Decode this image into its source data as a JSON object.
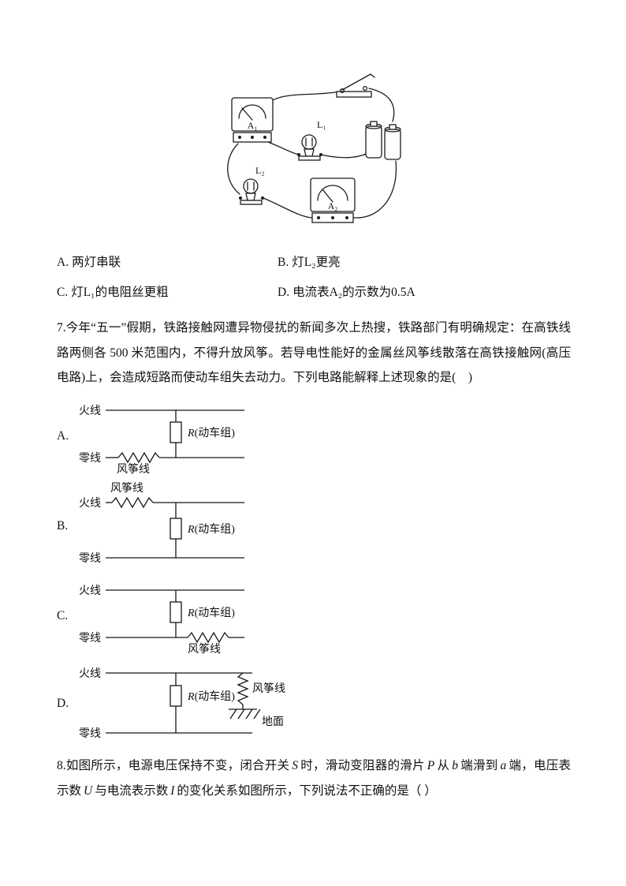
{
  "figure": {
    "ammeter1_label": "A₁",
    "ammeter2_label": "A₂",
    "lamp1_label": "L₁",
    "lamp2_label": "L₂"
  },
  "q6": {
    "options": [
      {
        "label": "A.",
        "text": "两灯串联"
      },
      {
        "label": "B.",
        "text": "灯L₂更亮"
      },
      {
        "label": "C.",
        "text": "灯L₁的电阻丝更粗"
      },
      {
        "label": "D.",
        "text": "电流表A₂的示数为0.5A"
      }
    ]
  },
  "q7": {
    "stem": "7.今年“五一”假期，铁路接触网遭异物侵扰的新闻多次上热搜，铁路部门有明确规定：在高铁线路两侧各 500 米范围内，不得升放风筝。若导电性能好的金属丝风筝线散落在高铁接触网(高压电路)上，会造成短路而使动车组失去动力。下列电路能解释上述现象的是(　)",
    "option_letters": [
      "A.",
      "B.",
      "C.",
      "D."
    ],
    "labels": {
      "live": "火线",
      "neutral": "零线",
      "resistor_r": "R",
      "resistor_suffix": "(动车组)",
      "kite": "风筝线",
      "ground": "地面"
    }
  },
  "q8": {
    "segments": [
      {
        "t": "8.如图所示，电源电压保持不变，闭合开关"
      },
      {
        "t": "S",
        "i": true
      },
      {
        "t": "时，滑动变阻器的滑片"
      },
      {
        "t": "P",
        "i": true
      },
      {
        "t": "从"
      },
      {
        "t": "b",
        "i": true
      },
      {
        "t": "端滑到"
      },
      {
        "t": "a",
        "i": true
      },
      {
        "t": "端，电压表示数"
      },
      {
        "t": "U",
        "i": true
      },
      {
        "t": "与电流表示数"
      },
      {
        "t": "I",
        "i": true
      },
      {
        "t": "的变化关系如图所示，下列说法不正确的是（ ）"
      }
    ]
  }
}
